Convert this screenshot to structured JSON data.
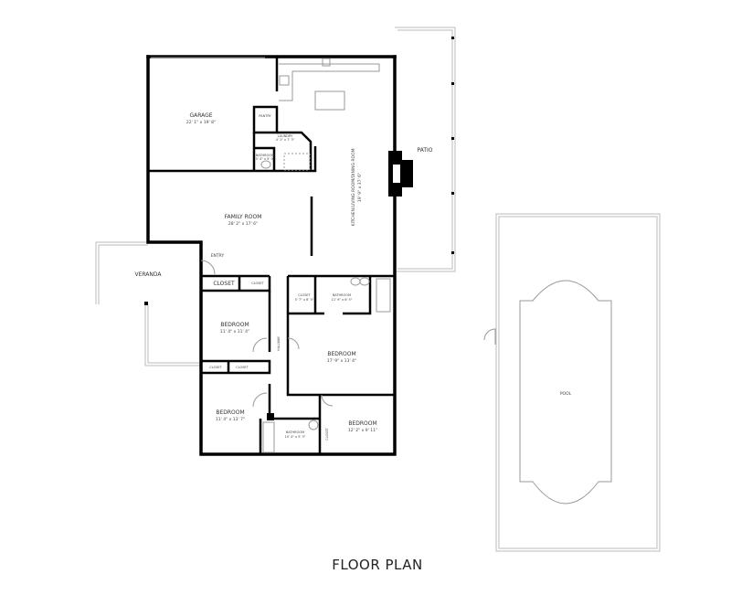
{
  "title": "FLOOR PLAN",
  "rooms": {
    "garage": {
      "label": "GARAGE",
      "dims": "22' 1\" x 19' 8\""
    },
    "pantry": {
      "label": "PANTRY"
    },
    "laundry": {
      "label": "LAUNDRY",
      "dims": "4' 1\" x 7' 3\""
    },
    "bathroom_small": {
      "label": "BATHROOM",
      "dims": "5' 4\" x 5' 0\""
    },
    "kitchen": {
      "label": "KITCHEN/LIVING ROOM/DINING ROOM",
      "dims": "19' 9\" x 37' 6\""
    },
    "patio": {
      "label": "PATIO"
    },
    "family_room": {
      "label": "FAMILY ROOM",
      "dims": "28' 2\" x 17' 6\""
    },
    "entry": {
      "label": "ENTRY"
    },
    "veranda": {
      "label": "VERANDA"
    },
    "closet_1": {
      "label": "CLOSET"
    },
    "closet_2": {
      "label": "CLOSET"
    },
    "bedroom_1": {
      "label": "BEDROOM",
      "dims": "11' 4\" x 11' 4\""
    },
    "closet_3": {
      "label": "CLOSET"
    },
    "closet_4": {
      "label": "CLOSET"
    },
    "bedroom_2": {
      "label": "BEDROOM",
      "dims": "11' 4\" x 13' 7\""
    },
    "hallway": {
      "label": "HALLWAY"
    },
    "master_closet": {
      "label": "CLOSET",
      "dims": "5' 7\" x 6' 5\""
    },
    "master_bath": {
      "label": "BATHROOM",
      "dims": "11' 9\" x 6' 5\""
    },
    "bedroom_3": {
      "label": "BEDROOM",
      "dims": "17' 9\" x 13' 4\""
    },
    "bathroom_2": {
      "label": "BATHROOM",
      "dims": "10' 4\" x 5' 3\""
    },
    "closet_5": {
      "label": "CLOSET"
    },
    "bedroom_4": {
      "label": "BEDROOM",
      "dims": "12' 2\" x 9' 11\""
    },
    "pool": {
      "label": "POOL"
    }
  }
}
